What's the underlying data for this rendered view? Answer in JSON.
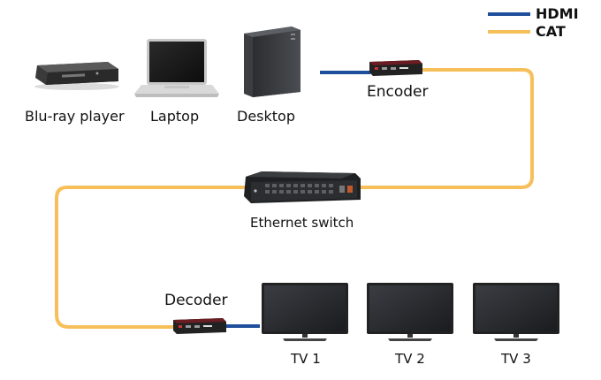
{
  "legend": {
    "hdmi": {
      "label": "HDMI",
      "color": "#1f4e9c"
    },
    "cat": {
      "label": "CAT",
      "color": "#f7bf5a"
    }
  },
  "devices": {
    "bluray": "Blu-ray player",
    "laptop": "Laptop",
    "desktop": "Desktop",
    "encoder": "Encoder",
    "switch": "Ethernet switch",
    "decoder": "Decoder",
    "tv1": "TV 1",
    "tv2": "TV 2",
    "tv3": "TV 3"
  },
  "icons": {
    "bluray": "bluray-player-icon",
    "laptop": "laptop-icon",
    "desktop": "desktop-tower-icon",
    "encoder": "encoder-box-icon",
    "switch": "ethernet-switch-icon",
    "decoder": "decoder-box-icon",
    "tv": "tv-icon"
  }
}
